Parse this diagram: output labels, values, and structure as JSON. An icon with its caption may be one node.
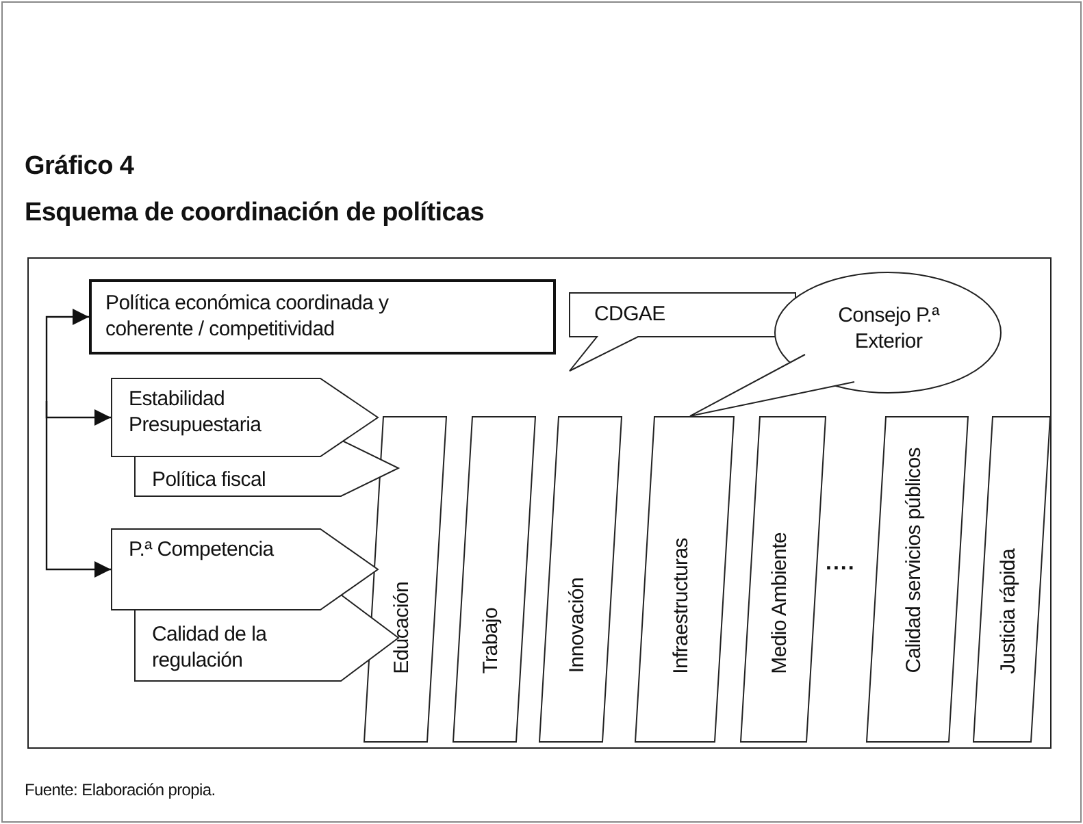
{
  "diagram": {
    "title": "Esquema de coordinación de políticas",
    "caption": "Fuente: Elaboración propia.",
    "nodes": [
      {
        "text": [],
        "shape": "box"
      },
      {
        "text": [
          "Política económica coordinada y coherente / competitividad"
        ],
        "in": 0
      },
      {
        "text": [
          "CDGAE"
        ],
        "in": 0
      },
      {
        "text": [
          "Consejo P.ª Exterior"
        ],
        "in": 0
      },
      {
        "text": [
          "Estabilidad Presupuestaria"
        ],
        "in": 0
      },
      {
        "text": [
          "Política fiscal"
        ],
        "in": 0
      },
      {
        "text": [
          "P.ª Competencia"
        ],
        "in": 0
      },
      {
        "text": [
          "Calidad de la regulación"
        ],
        "in": 0
      },
      {
        "text": [
          "Educación"
        ],
        "in": 0
      },
      {
        "text": [
          "Trabajo"
        ],
        "in": 0
      },
      {
        "text": [
          "Innovación"
        ],
        "in": 0
      },
      {
        "text": [
          "Infraestructuras"
        ],
        "in": 0
      },
      {
        "text": [
          "Medio Ambiente"
        ],
        "in": 0
      },
      {
        "text": [
          "Calidad servicios públicos"
        ],
        "in": 0
      },
      {
        "text": [
          "Justicia rápida"
        ],
        "in": 0
      }
    ],
    "edges": [
      {
        "from": null,
        "to": 1,
        "arrow": "to"
      },
      {
        "from": null,
        "to": 4,
        "arrow": "to"
      },
      {
        "from": null,
        "to": 6,
        "arrow": "to"
      }
    ],
    "labels": [
      "Gráfico 4",
      "...."
    ]
  }
}
